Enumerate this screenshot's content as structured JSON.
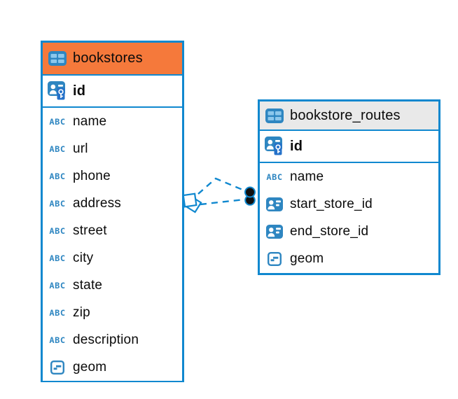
{
  "palette": {
    "structure_blue": "#1088cf",
    "icon_blue": "#2e86c1",
    "icon_blue_light": "#8cc7ec",
    "key_plate_blue": "#2471c9",
    "orange_header": "#f5793b",
    "gray_header": "#e9e9e9",
    "text": "#0b0b0b",
    "connector_dot": "#111111"
  },
  "icons": {
    "text_type_label": "ABC"
  },
  "tables": [
    {
      "name": "bookstores",
      "header_style": "orange",
      "primary_key": {
        "label": "id"
      },
      "columns": [
        {
          "label": "name",
          "type": "text"
        },
        {
          "label": "url",
          "type": "text"
        },
        {
          "label": "phone",
          "type": "text"
        },
        {
          "label": "address",
          "type": "text"
        },
        {
          "label": "street",
          "type": "text"
        },
        {
          "label": "city",
          "type": "text"
        },
        {
          "label": "state",
          "type": "text"
        },
        {
          "label": "zip",
          "type": "text"
        },
        {
          "label": "description",
          "type": "text"
        },
        {
          "label": "geom",
          "type": "geometry"
        }
      ]
    },
    {
      "name": "bookstore_routes",
      "header_style": "gray",
      "primary_key": {
        "label": "id"
      },
      "columns": [
        {
          "label": "name",
          "type": "text"
        },
        {
          "label": "start_store_id",
          "type": "foreign-key"
        },
        {
          "label": "end_store_id",
          "type": "foreign-key"
        },
        {
          "label": "geom",
          "type": "geometry"
        }
      ]
    }
  ],
  "relationships": [
    {
      "from_table": "bookstores",
      "from_column": "id",
      "to_table": "bookstore_routes",
      "to_columns": [
        "start_store_id",
        "end_store_id"
      ],
      "line_style": "dashed",
      "color": "#1088cf"
    }
  ]
}
